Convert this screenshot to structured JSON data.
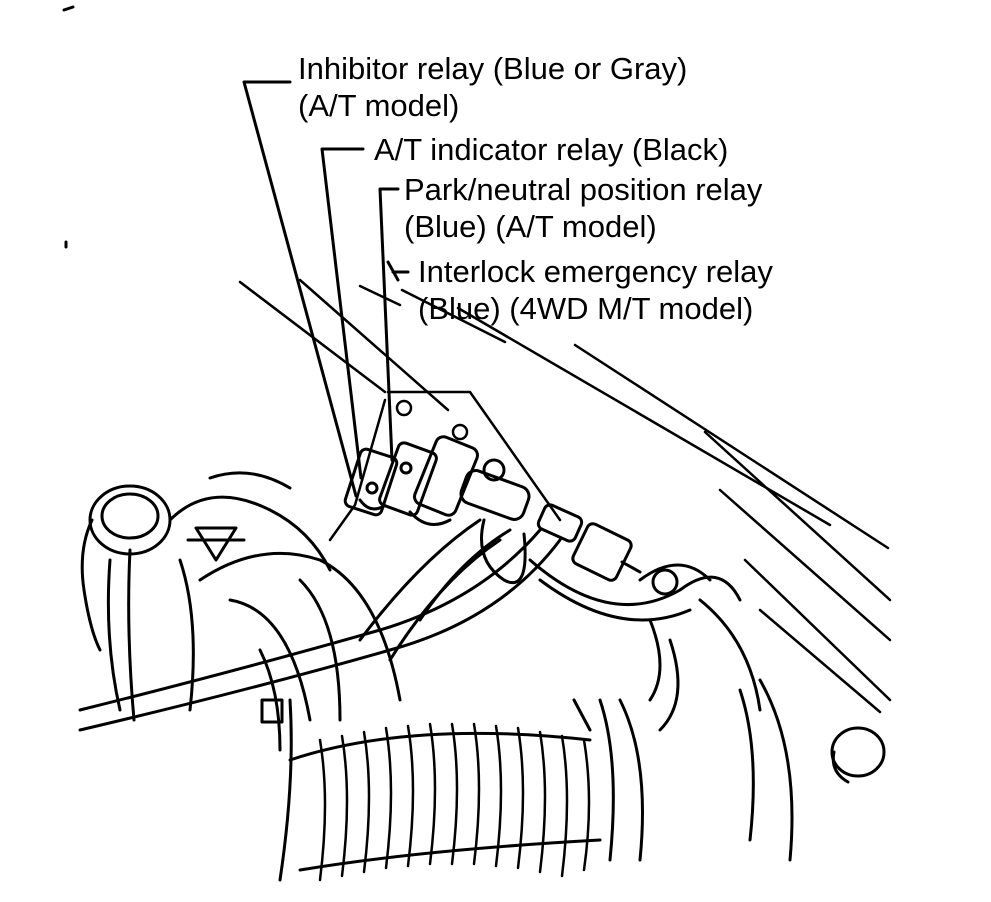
{
  "labels": {
    "inhibitor_relay": {
      "line1": "Inhibitor relay (Blue or Gray)",
      "line2": "(A/T model)"
    },
    "at_indicator_relay": {
      "line1": "A/T indicator relay (Black)"
    },
    "park_neutral_relay": {
      "line1": "Park/neutral position relay",
      "line2": "(Blue) (A/T model)"
    },
    "interlock_emergency_relay": {
      "line1": "Interlock emergency relay",
      "line2": "(Blue) (4WD M/T model)"
    }
  },
  "colors": {
    "ink": "#000000",
    "paper": "#ffffff"
  }
}
